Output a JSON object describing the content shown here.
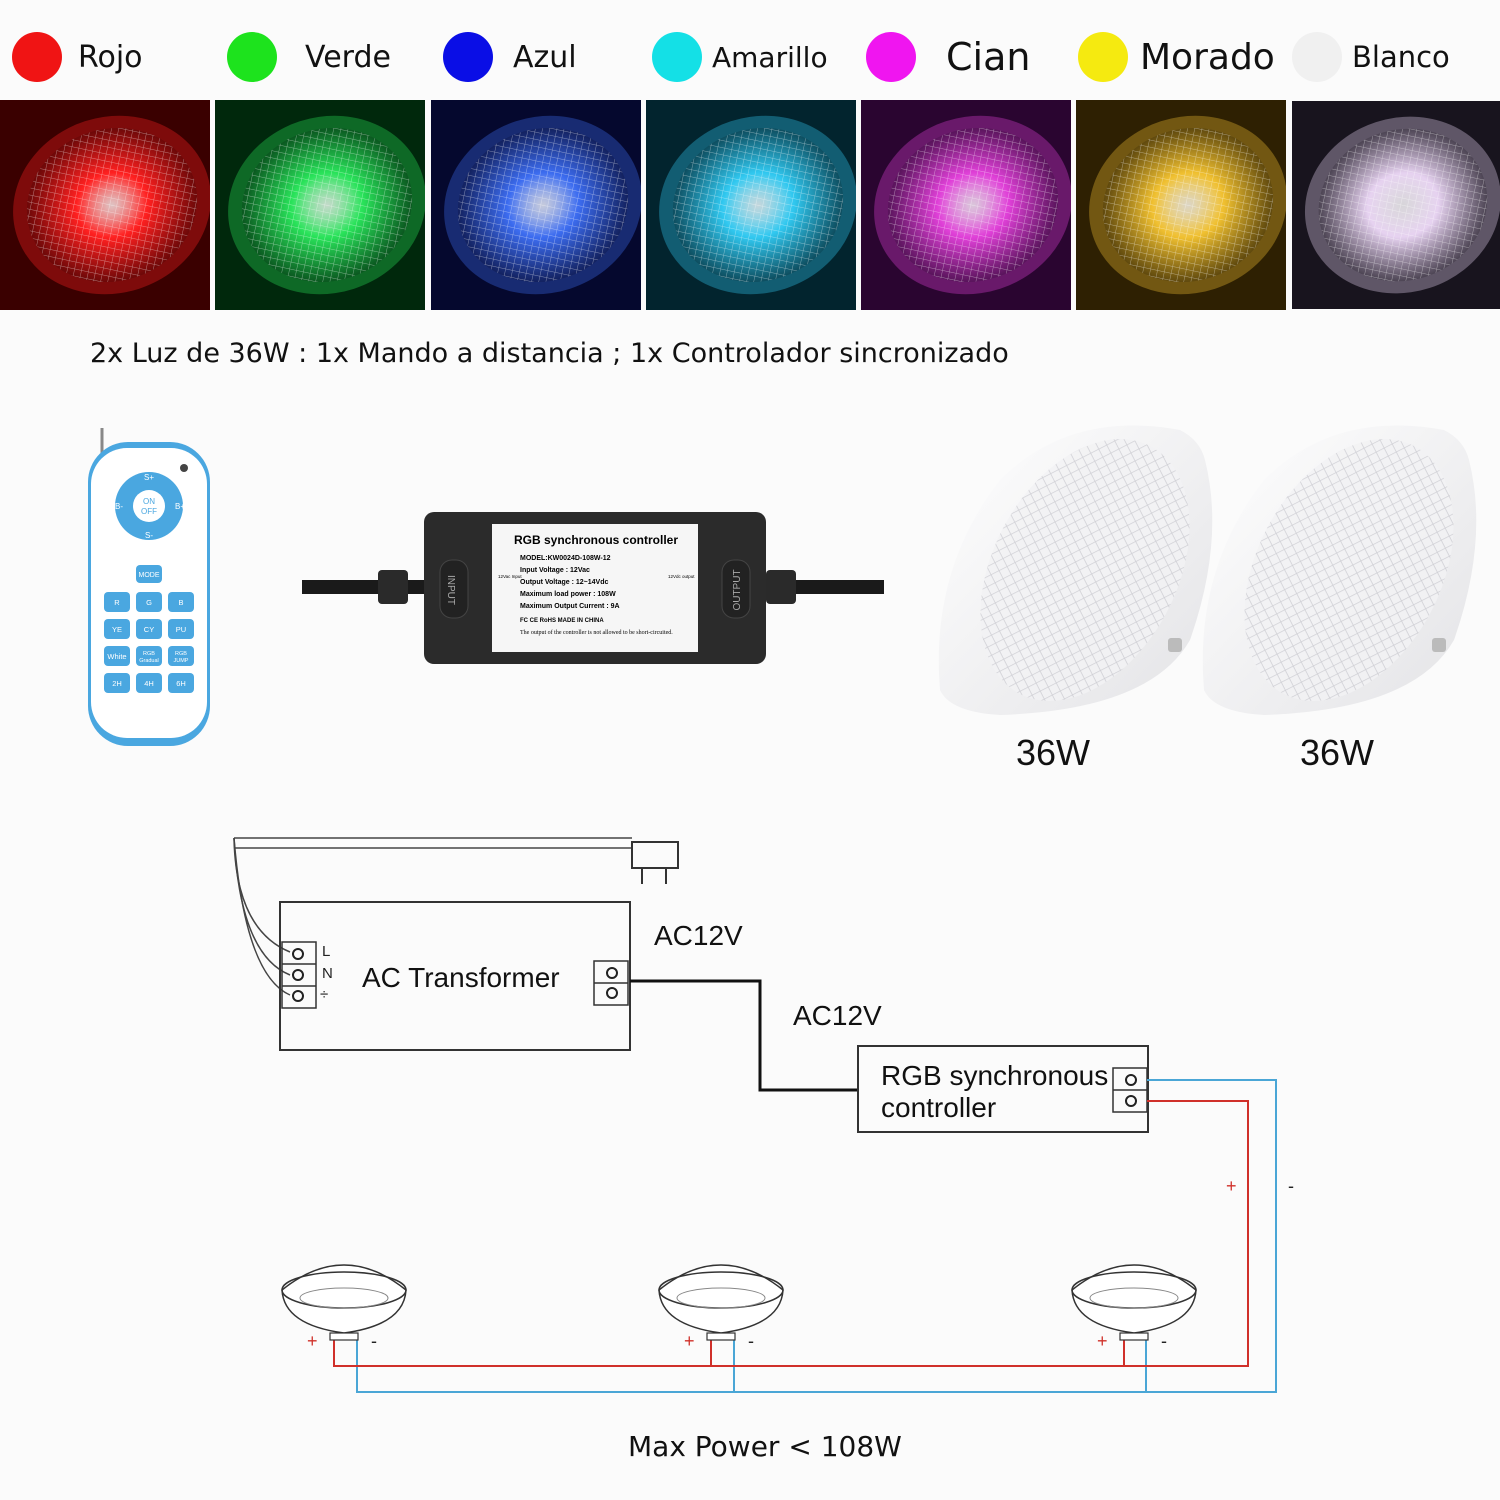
{
  "colors": {
    "items": [
      {
        "label": "Rojo",
        "dot": "#f01414",
        "glow": "#ff2020",
        "bg": "#3a0000"
      },
      {
        "label": "Verde",
        "dot": "#1de31d",
        "glow": "#29e35a",
        "bg": "#00280c"
      },
      {
        "label": "Azul",
        "dot": "#0a0ee6",
        "glow": "#3c6cf0",
        "bg": "#05082e"
      },
      {
        "label": "Amarillo",
        "dot": "#14e0e6",
        "glow": "#30c8f0",
        "bg": "#02242e"
      },
      {
        "label": "Cian",
        "dot": "#f015f0",
        "glow": "#e040d8",
        "bg": "#2a0530"
      },
      {
        "label": "Morado",
        "dot": "#f5ea10",
        "glow": "#f0c030",
        "bg": "#2e2002"
      },
      {
        "label": "Blanco",
        "dot": "#f0f0f0",
        "glow": "#e6d2f0",
        "bg": "#18141e"
      }
    ]
  },
  "caption": "2x Luz de 36W : 1x Mando a distancia ; 1x Controlador sincronizado",
  "remote": {
    "ring_buttons": [
      "S+",
      "B-",
      "B+",
      "S-"
    ],
    "center": [
      "ON",
      "OFF"
    ],
    "mode": "MODE",
    "grid": [
      [
        "R",
        "G",
        "B"
      ],
      [
        "YE",
        "CY",
        "PU"
      ],
      [
        "White",
        "RGB Gradual",
        "RGB JUMP"
      ],
      [
        "2H",
        "4H",
        "6H"
      ]
    ]
  },
  "controller": {
    "title": "RGB synchronous controller",
    "model": "MODEL:KW0024D-108W-12",
    "input_voltage": "Input Voltage : 12Vac",
    "output_voltage": "Output Voltage : 12~14Vdc",
    "max_load": "Maximum load power : 108W",
    "max_current": "Maximum Output Current : 9A",
    "certs": "FC CE RoHS  MADE IN CHINA",
    "warning": "The output of the controller is not allowed to be short-circuited.",
    "input_label": "INPUT",
    "output_label": "OUTPUT",
    "in_small": "12Vac Input",
    "out_small": "12Vdc output"
  },
  "lamps": {
    "watts": [
      "36W",
      "36W"
    ]
  },
  "wiring": {
    "transformer_label": "AC Transformer",
    "ac1": "AC12V",
    "ac2": "AC12V",
    "controller_label_1": "RGB synchronous",
    "controller_label_2": "controller",
    "terminals": [
      "L",
      "N",
      "÷"
    ],
    "plus": "+",
    "minus": "-",
    "max_power": "Max Power  < 108W"
  }
}
